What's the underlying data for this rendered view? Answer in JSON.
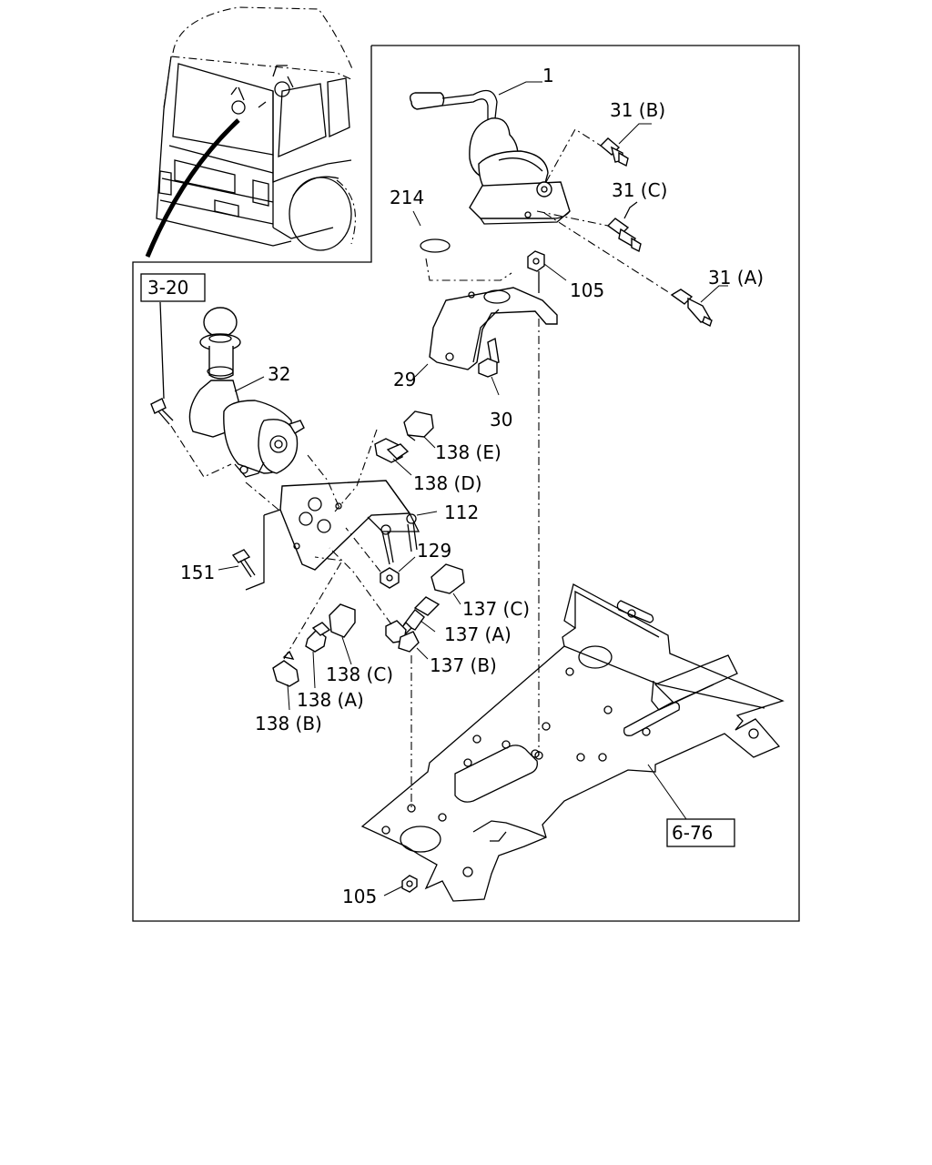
{
  "diagram": {
    "callouts": {
      "c1": "1",
      "c31b": "31 (B)",
      "c31c": "31 (C)",
      "c31a": "31 (A)",
      "c214": "214",
      "c105top": "105",
      "c29": "29",
      "c30": "30",
      "c32": "32",
      "c138e": "138 (E)",
      "c138d": "138 (D)",
      "c112": "112",
      "c129": "129",
      "c151": "151",
      "c137c": "137 (C)",
      "c137a": "137 (A)",
      "c137b": "137 (B)",
      "c138c": "138 (C)",
      "c138a": "138 (A)",
      "c138b": "138 (B)",
      "c105bot": "105"
    },
    "references": {
      "ref_top": "3-20",
      "ref_bottom": "6-76"
    }
  }
}
